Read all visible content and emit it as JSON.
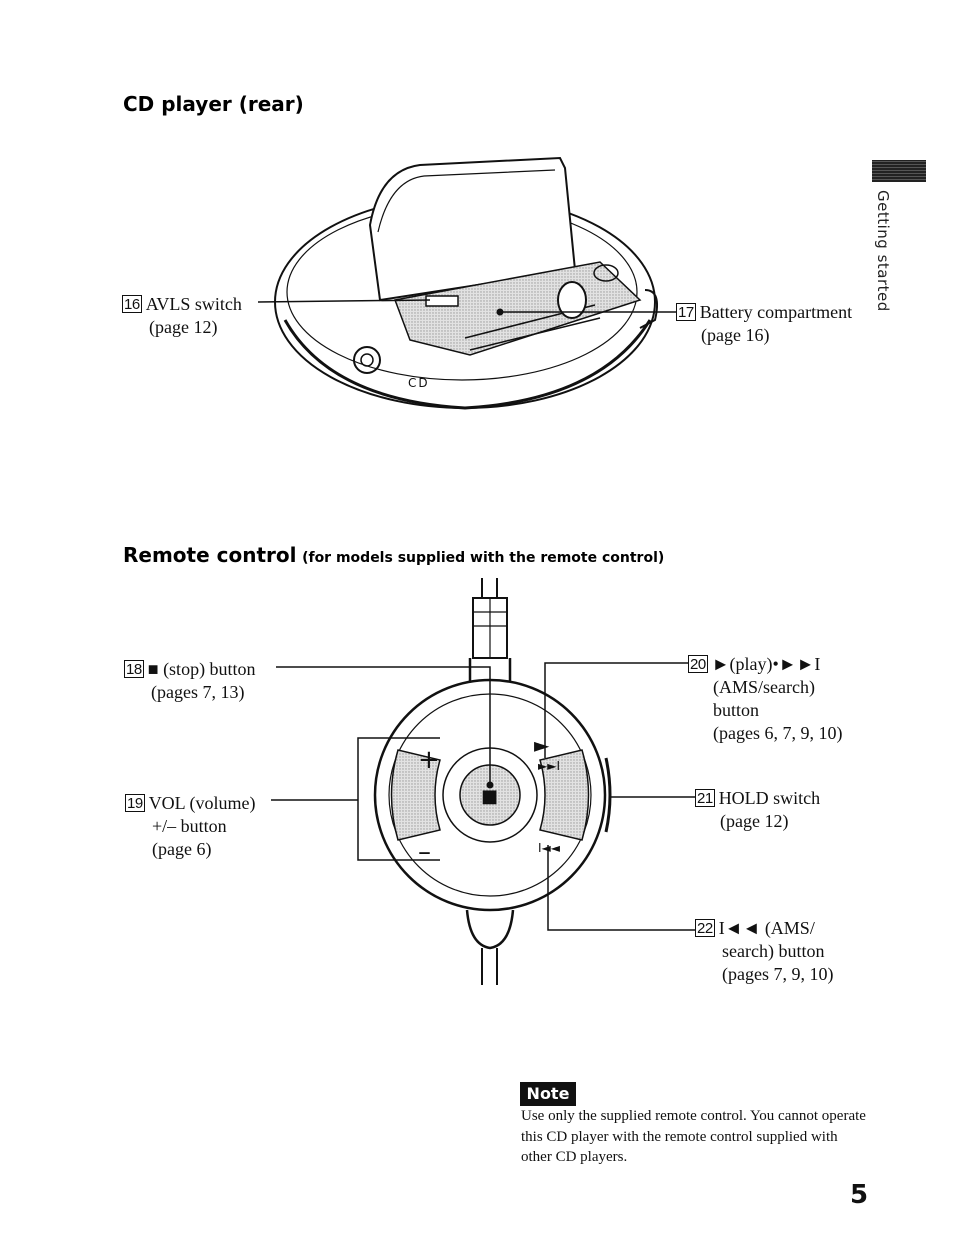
{
  "sections": {
    "rear_title": "CD player (rear)",
    "remote_title": "Remote control",
    "remote_subtitle": "(for models supplied with the remote control)"
  },
  "side_tab": {
    "label": "Getting started"
  },
  "callouts": {
    "c16": {
      "num": "16",
      "label": "AVLS switch",
      "page": "(page 12)"
    },
    "c17": {
      "num": "17",
      "label": "Battery compartment",
      "page": "(page 16)"
    },
    "c18": {
      "num": "18",
      "symbol": "■",
      "label": "(stop) button",
      "page": "(pages 7, 13)"
    },
    "c19": {
      "num": "19",
      "label": "VOL (volume)",
      "line2": "+/– button",
      "page": "(page 6)"
    },
    "c20": {
      "num": "20",
      "label": "►(play)•►►I",
      "line2": "(AMS/search)",
      "line3": "button",
      "page": "(pages 6, 7, 9, 10)"
    },
    "c21": {
      "num": "21",
      "label": "HOLD switch",
      "page": "(page 12)"
    },
    "c22": {
      "num": "22",
      "label": "I◄◄ (AMS/",
      "line2": "search) button",
      "page": "(pages 7, 9, 10)"
    }
  },
  "player_print": {
    "cd_logo": "CD"
  },
  "remote_buttons": {
    "plus": "+",
    "minus": "–",
    "play": "►",
    "next": "►►I",
    "prev": "I◄◄",
    "stop": "■"
  },
  "note": {
    "badge": "Note",
    "text": "Use only the supplied remote control. You cannot operate this CD player with the remote control supplied with other CD players."
  },
  "page_number": "5",
  "colors": {
    "ink": "#111111",
    "badge_bg": "#111111",
    "badge_text": "#ffffff",
    "hatch": "#bdbdbd"
  }
}
